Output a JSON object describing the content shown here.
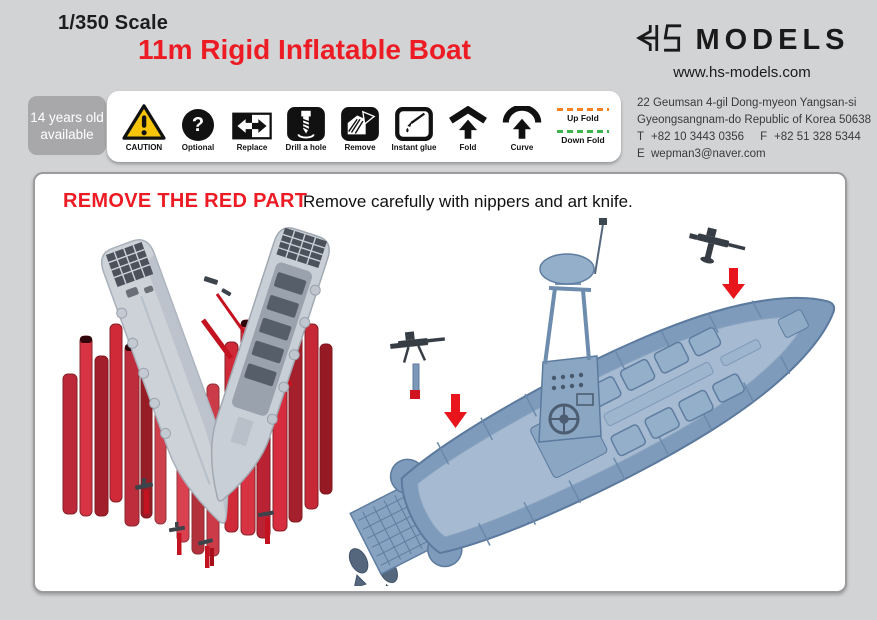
{
  "header": {
    "scale": "1/350 Scale",
    "title": "11m Rigid Inflatable Boat",
    "brand": {
      "mark": "HS",
      "name": "MODELS",
      "website": "www.hs-models.com"
    },
    "contact": {
      "line1": "22 Geumsan 4-gil Dong-myeon Yangsan-si",
      "line2": "Gyeongsangnam-do Republic of Korea 50638",
      "t_label": "T",
      "t_value": "+82 10 3443 0356",
      "f_label": "F",
      "f_value": "+82 51 328 5344",
      "e_label": "E",
      "e_value": "wepman3@naver.com"
    }
  },
  "age_badge": {
    "line1": "14 years old",
    "line2": "available"
  },
  "legend": {
    "items": [
      {
        "name": "caution",
        "label": "CAUTION"
      },
      {
        "name": "optional",
        "label": "Optional",
        "glyph": "?"
      },
      {
        "name": "replace",
        "label": "Replace"
      },
      {
        "name": "drill-a-hole",
        "label": "Drill a hole"
      },
      {
        "name": "remove",
        "label": "Remove"
      },
      {
        "name": "instant-glue",
        "label": "Instant glue"
      },
      {
        "name": "fold",
        "label": "Fold"
      },
      {
        "name": "curve",
        "label": "Curve"
      }
    ],
    "up_fold": {
      "label": "Up Fold",
      "color": "#f5821f"
    },
    "down_fold": {
      "label": "Down Fold",
      "color": "#3eb54a"
    }
  },
  "instruction": {
    "title": "REMOVE THE RED PART",
    "subtitle": "Remove carefully with nippers and art knife."
  },
  "figures": {
    "left": "printed-hulls-with-red-supports",
    "right": "assembled-boat-with-red-part-arrows"
  },
  "colors": {
    "accent_red": "#ed1c24",
    "arrow_red": "#e8151d",
    "support_red": "#c41320",
    "caution_yellow": "#f6c50a",
    "hull_gray": "#cdd2d8",
    "boat_blue": "#7e9bbc",
    "page_bg": "#d2d3d5",
    "badge_gray": "#a8a8aa"
  }
}
